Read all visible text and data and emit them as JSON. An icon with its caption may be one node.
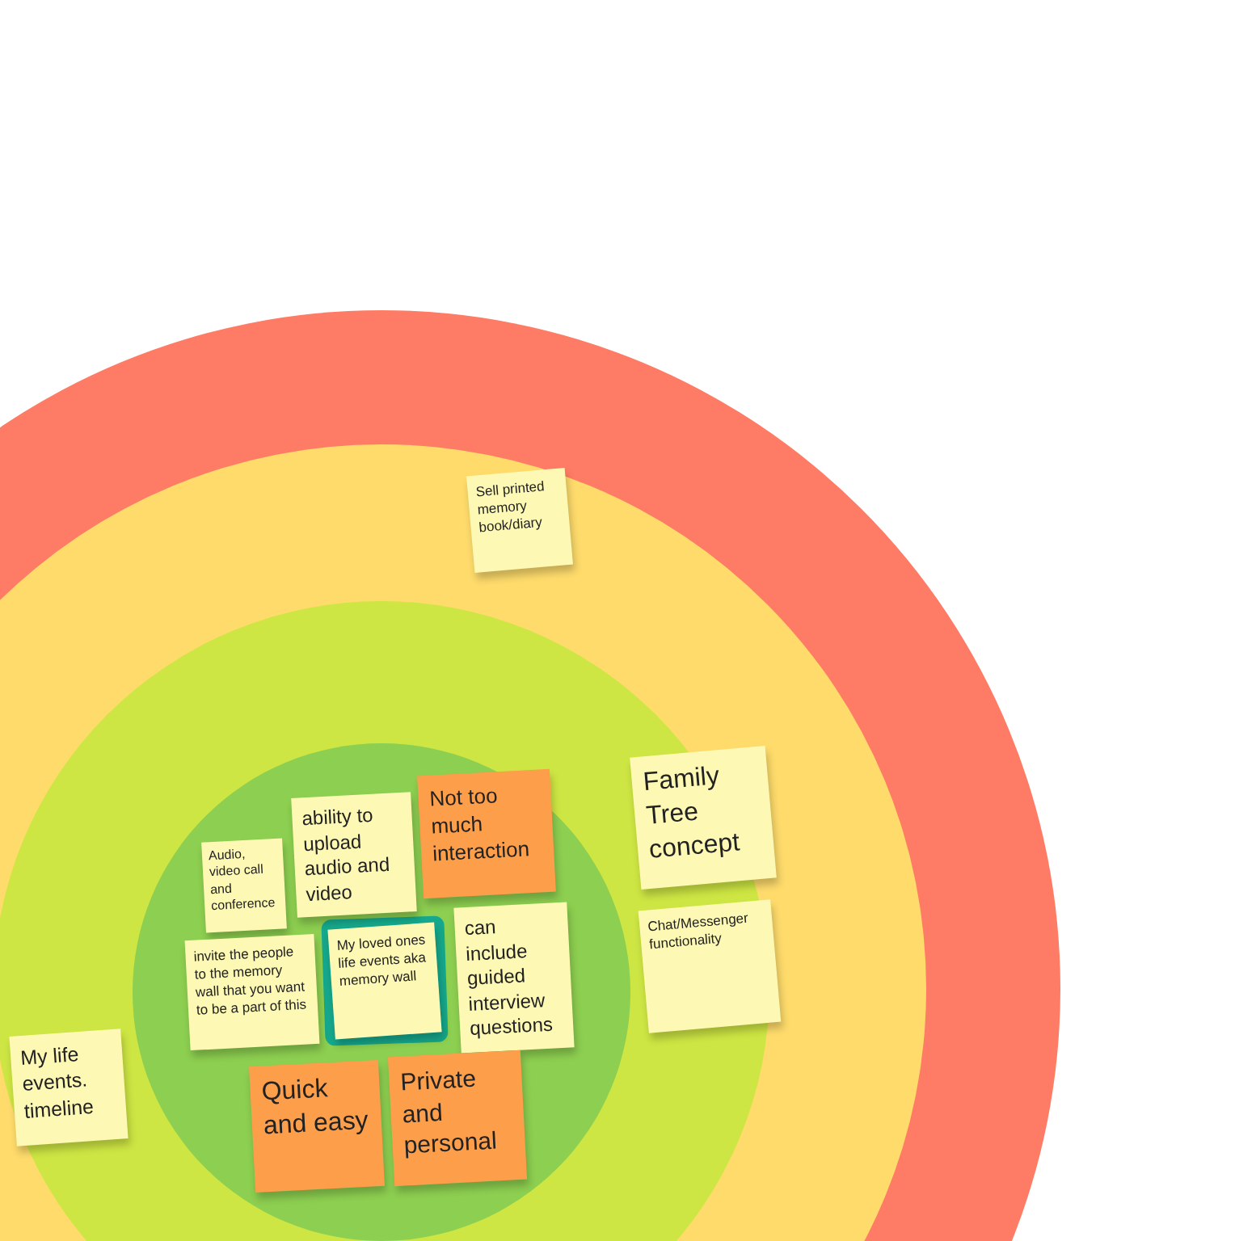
{
  "diagram": {
    "nodes": [
      {
        "text": [],
        "shape": "circle"
      },
      {
        "text": [],
        "shape": "circle",
        "in": 0
      },
      {
        "text": [
          "Sell printed memory book/diary"
        ],
        "in": 1
      },
      {
        "text": [],
        "shape": "circle",
        "in": 1
      },
      {
        "text": [
          "Family Tree concept"
        ],
        "in": 3
      },
      {
        "text": [
          "Chat/Messenger functionality"
        ],
        "in": 3
      },
      {
        "text": [
          "Not too much interaction"
        ],
        "in": 7
      },
      {
        "text": [],
        "shape": "circle",
        "in": 3
      },
      {
        "text": [
          "Audio, video call and conference"
        ],
        "in": 7
      },
      {
        "text": [
          "ability to upload audio and video"
        ],
        "in": 7
      },
      {
        "text": [],
        "shape": "box",
        "in": 7
      },
      {
        "text": [
          "invite the people to the memory wall that you want to be a part of this"
        ],
        "in": 7
      },
      {
        "text": [
          "My loved ones life events aka memory wall"
        ],
        "in": 10
      },
      {
        "text": [
          "can include guided interview questions"
        ],
        "in": 7
      },
      {
        "text": [
          "Quick and easy"
        ],
        "in": 7
      },
      {
        "text": [
          "Private and personal"
        ],
        "in": 7
      },
      {
        "text": [
          "My life events. timeline"
        ],
        "in": 3
      }
    ]
  }
}
